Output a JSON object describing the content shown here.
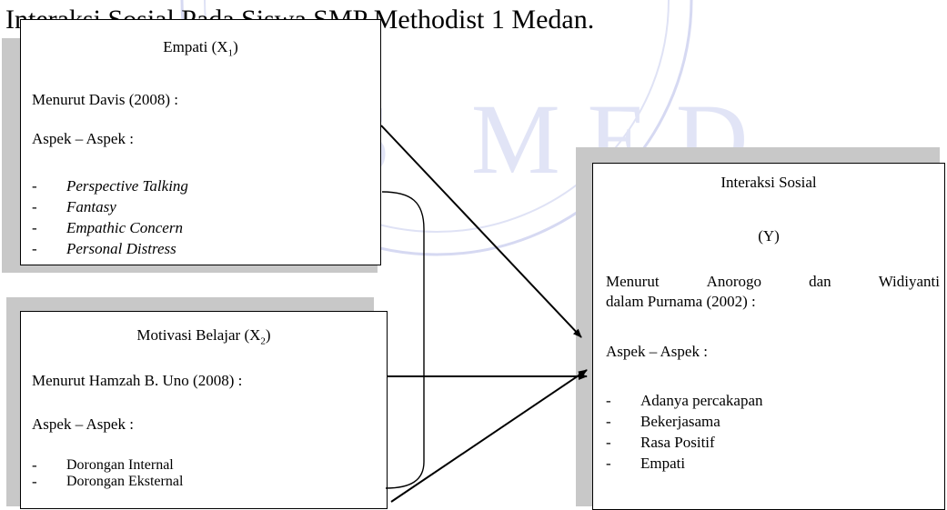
{
  "heading": "Interaksi Sosial Pada Siswa SMP Methodist 1 Medan.",
  "watermark_text": "UNIVERSITAS MEDAN AREA",
  "empati_box": {
    "title_main": "Empati (X",
    "title_sub": "1",
    "title_end": ")",
    "source": "Menurut Davis (2008) :",
    "aspects_label": "Aspek – Aspek :",
    "aspects": [
      "Perspective Talking",
      "Fantasy",
      "Empathic Concern",
      "Personal Distress"
    ]
  },
  "motivasi_box": {
    "title_main": "Motivasi Belajar (X",
    "title_sub": "2",
    "title_end": ")",
    "source": "Menurut Hamzah B. Uno (2008) :",
    "aspects_label": "Aspek – Aspek :",
    "aspects": [
      "Dorongan Internal",
      "Dorongan Eksternal"
    ]
  },
  "interaksi_box": {
    "title": "Interaksi Sosial",
    "variable": "(Y)",
    "source_words": [
      "Menurut",
      "Anorogo",
      "dan",
      "Widiyanti"
    ],
    "source_line2": "dalam Purnama (2002) :",
    "aspects_label": "Aspek – Aspek :",
    "aspects": [
      "Adanya percakapan",
      "Bekerjasama",
      "Rasa Positif",
      "Empati"
    ]
  },
  "colors": {
    "shadow": "#c8c8c8",
    "watermark": "#c9cdee",
    "line": "#000000"
  }
}
